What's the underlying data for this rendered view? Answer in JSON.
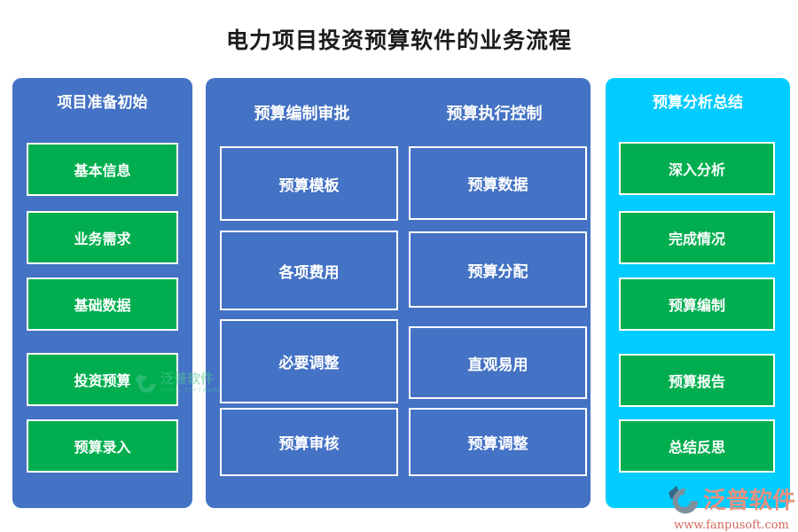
{
  "title": "电力项目投资预算软件的业务流程",
  "panels": {
    "left": {
      "header": "项目准备初始",
      "items": [
        "基本信息",
        "业务需求",
        "基础数据",
        "投资预算",
        "预算录入"
      ]
    },
    "middle": {
      "columns": [
        {
          "header": "预算编制审批",
          "items": [
            "预算模板",
            "各项费用",
            "必要调整",
            "预算审核"
          ]
        },
        {
          "header": "预算执行控制",
          "items": [
            "预算数据",
            "预算分配",
            "直观易用",
            "预算调整"
          ]
        }
      ]
    },
    "right": {
      "header": "预算分析总结",
      "items": [
        "深入分析",
        "完成情况",
        "预算编制",
        "预算报告",
        "总结反思"
      ]
    }
  },
  "watermark": {
    "brand": "泛普软件",
    "sub": "FANPU SOFTWARE"
  },
  "logo": {
    "brand": "泛普软件",
    "url": "www.fanpusoft.com"
  },
  "colors": {
    "panel_blue": "#4472C4",
    "panel_cyan": "#00CCFF",
    "button_green": "#00AE4F",
    "logo_coral": "#E8907F",
    "logo_red": "#D2685A"
  }
}
